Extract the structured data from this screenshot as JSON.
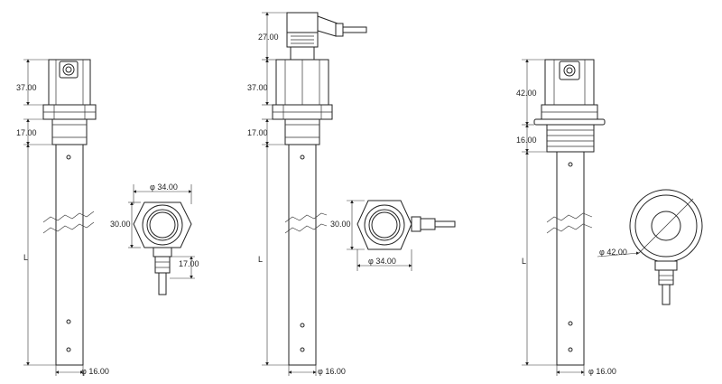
{
  "sensors": [
    {
      "id": "a",
      "dims": {
        "head": "37.00",
        "nut": "17.00",
        "length": "L",
        "tube_dia": "φ 16.00"
      },
      "top_view": {
        "width": "φ 34.00",
        "height": "30.00",
        "cable": "17.00"
      }
    },
    {
      "id": "b",
      "dims": {
        "connector": "27.00",
        "head": "37.00",
        "nut": "17.00",
        "length": "L",
        "tube_dia": "φ 16.00"
      },
      "top_view": {
        "height": "30.00",
        "width": "φ 34.00"
      }
    },
    {
      "id": "c",
      "dims": {
        "head": "42.00",
        "nut": "16.00",
        "length": "L",
        "tube_dia": "φ 16.00"
      },
      "top_view": {
        "diameter": "φ 42.00"
      }
    }
  ]
}
